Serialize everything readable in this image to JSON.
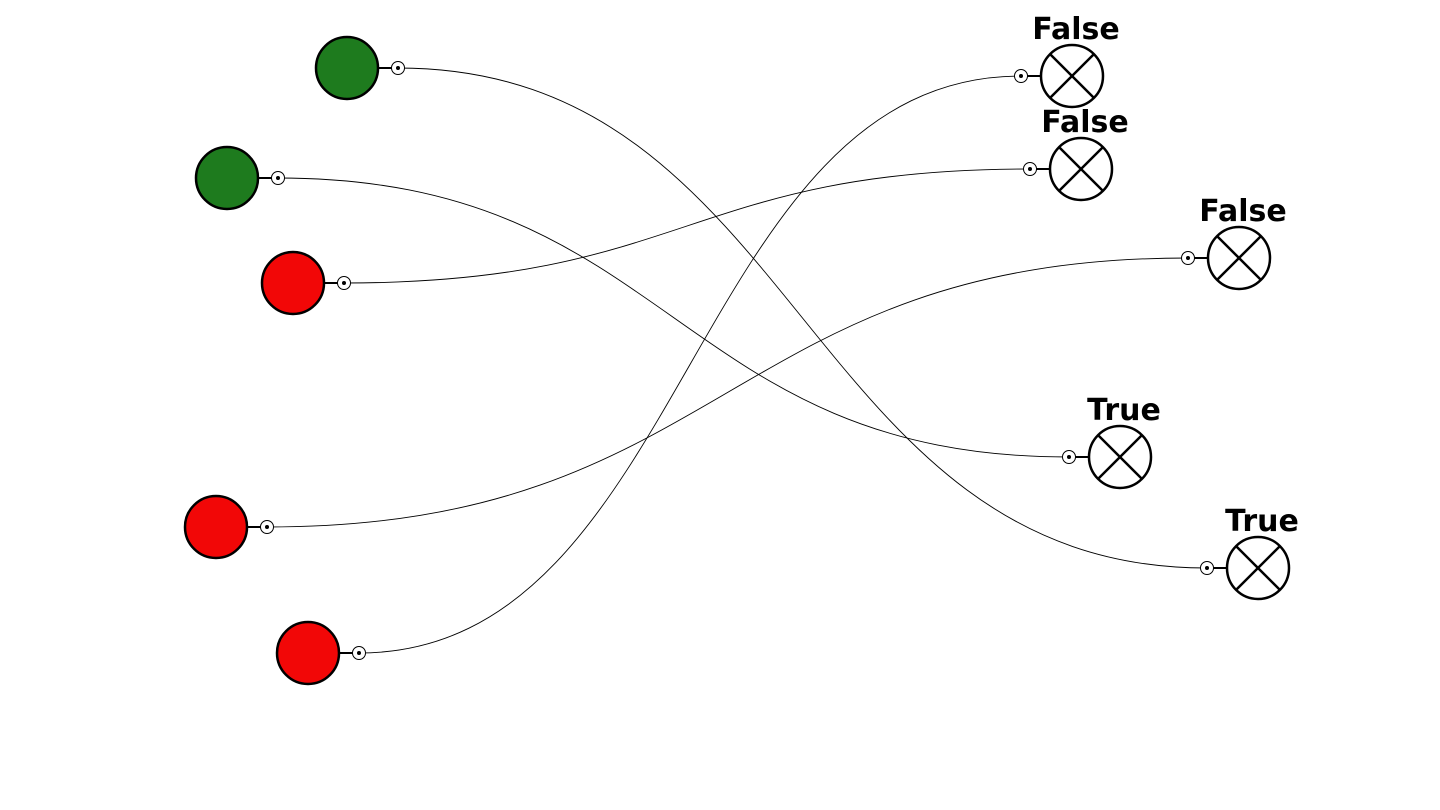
{
  "colors": {
    "on": "#1e7b1e",
    "off": "#f20707",
    "stroke": "#000000",
    "background": "#ffffff"
  },
  "inputs": [
    {
      "id": "in1",
      "state": "on"
    },
    {
      "id": "in2",
      "state": "on"
    },
    {
      "id": "in3",
      "state": "off"
    },
    {
      "id": "in4",
      "state": "off"
    },
    {
      "id": "in5",
      "state": "off"
    }
  ],
  "outputs": [
    {
      "id": "out1",
      "label": "False"
    },
    {
      "id": "out2",
      "label": "False"
    },
    {
      "id": "out3",
      "label": "False"
    },
    {
      "id": "out4",
      "label": "True"
    },
    {
      "id": "out5",
      "label": "True"
    }
  ],
  "connections": [
    {
      "from": "in1",
      "to": "out5"
    },
    {
      "from": "in2",
      "to": "out4"
    },
    {
      "from": "in3",
      "to": "out2"
    },
    {
      "from": "in4",
      "to": "out3"
    },
    {
      "from": "in5",
      "to": "out1"
    }
  ]
}
